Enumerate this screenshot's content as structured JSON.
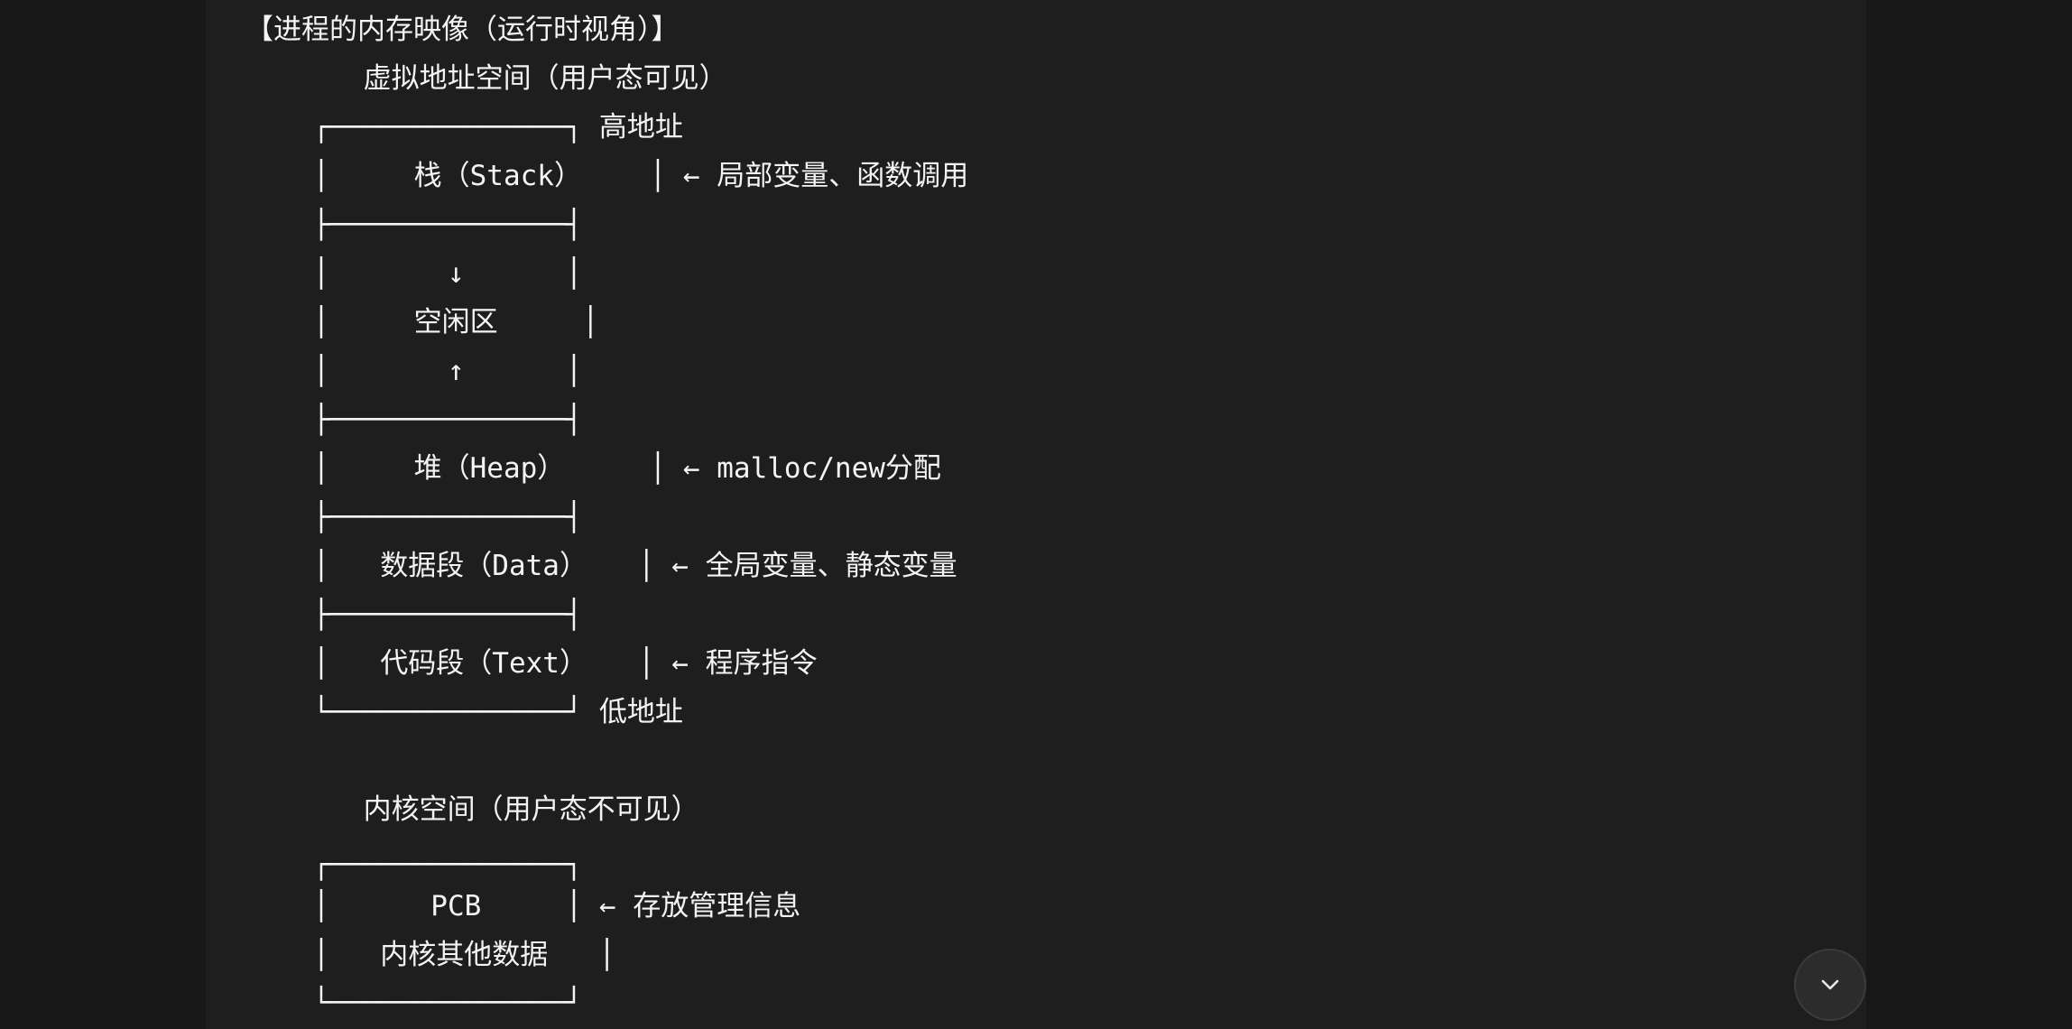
{
  "lines": [
    "【进程的内存映像（运行时视角）】",
    "       虚拟地址空间（用户态可见）",
    "    ┌──────────────┐ 高地址",
    "    │     栈（Stack）    │ ← 局部变量、函数调用",
    "    ├──────────────┤",
    "    │       ↓      │",
    "    │     空闲区     │",
    "    │       ↑      │",
    "    ├──────────────┤",
    "    │     堆（Heap）     │ ← malloc/new分配",
    "    ├──────────────┤",
    "    │   数据段（Data）   │ ← 全局变量、静态变量",
    "    ├──────────────┤",
    "    │   代码段（Text）   │ ← 程序指令",
    "    └──────────────┘ 低地址",
    "",
    "       内核空间（用户态不可见）",
    "",
    "    ┌──────────────┐",
    "    │      PCB     │ ← 存放管理信息",
    "    │   内核其他数据   │",
    "    └──────────────┘"
  ],
  "scroll_button": {
    "icon": "chevron-down-icon"
  }
}
